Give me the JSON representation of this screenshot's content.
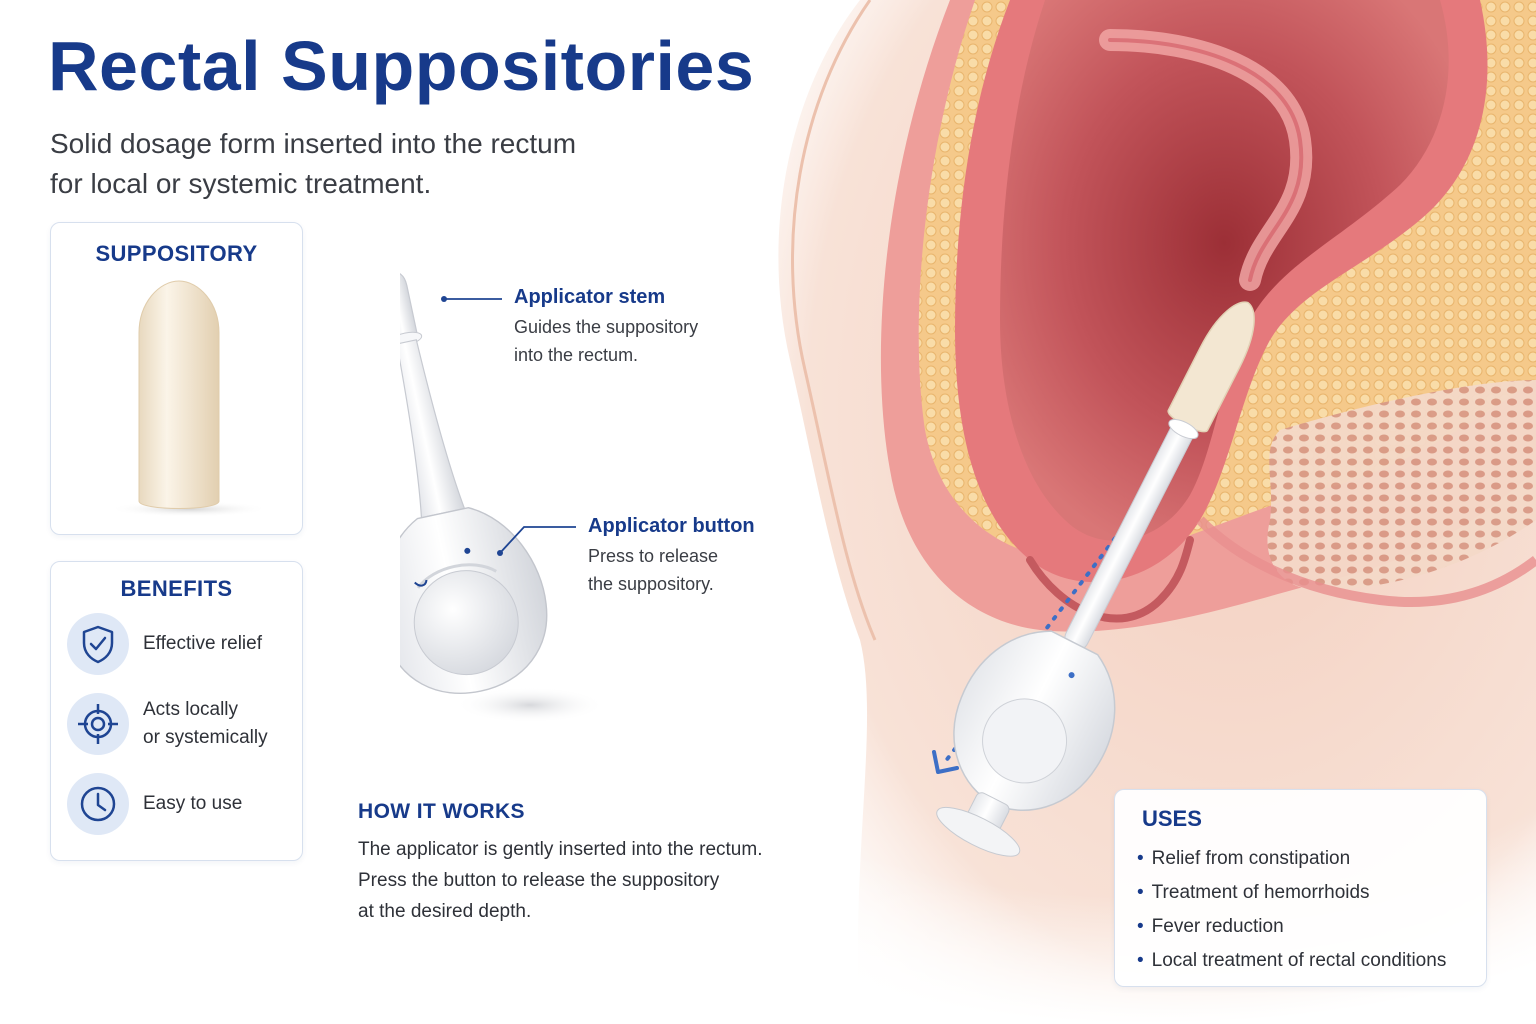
{
  "title": "Rectal Suppositories",
  "subtitle_lines": [
    "Solid dosage form inserted into the rectum",
    "for local or systemic treatment."
  ],
  "suppository_card": {
    "heading": "SUPPOSITORY"
  },
  "benefits": {
    "heading": "BENEFITS",
    "items": [
      {
        "icon": "shield-check-icon",
        "lines": [
          "Effective relief"
        ]
      },
      {
        "icon": "target-icon",
        "lines": [
          "Acts locally",
          "or systemically"
        ]
      },
      {
        "icon": "clock-icon",
        "lines": [
          "Easy to use"
        ]
      }
    ]
  },
  "callouts": {
    "stem": {
      "title": "Applicator stem",
      "lines": [
        "Guides the suppository",
        "into the rectum."
      ]
    },
    "button": {
      "title": "Applicator button",
      "lines": [
        "Press to release",
        "the suppository."
      ]
    }
  },
  "how_it_works": {
    "title": "HOW IT WORKS",
    "lines": [
      "The applicator is gently inserted into the rectum.",
      "Press the button to release the suppository",
      "at the desired depth."
    ]
  },
  "uses": {
    "heading": "USES",
    "items": [
      "Relief from constipation",
      "Treatment of hemorrhoids",
      "Fever reduction",
      "Local treatment of rectal conditions"
    ]
  },
  "colors": {
    "heading": "#173a8a",
    "skin": "#f6ddd0",
    "tissue": "#e98f8f",
    "fat": "#f5c98a",
    "lumen": "#b8434a",
    "suppository": "#f3e7d2",
    "applicator": "#f4f5f7",
    "arrow": "#3d6fc6"
  }
}
